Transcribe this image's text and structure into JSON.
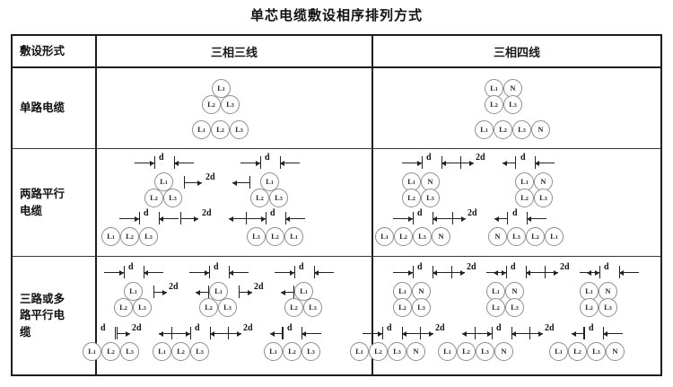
{
  "title": "单芯电缆敷设相序排列方式",
  "table": {
    "header": {
      "col_label": "敷设形式",
      "col_three_wire": "三相三线",
      "col_four_wire": "三相四线"
    },
    "rows": [
      {
        "label": "单路电缆"
      },
      {
        "label": "两路平行\n电缆"
      },
      {
        "label": "三路或多\n路平行电\n缆"
      }
    ]
  },
  "dimensions": {
    "d": "d",
    "two_d": "2d"
  },
  "phases": {
    "l1": "L1",
    "l2": "L2",
    "l3": "L3",
    "n": "N"
  },
  "layouts": {
    "r1_three": {
      "trefoil": [
        "L1",
        "L2",
        "L3"
      ],
      "flat": [
        "L1",
        "L2",
        "L3"
      ]
    },
    "r1_four": {
      "square": [
        "L1",
        "N",
        "L2",
        "L3"
      ],
      "flat": [
        "L1",
        "L2",
        "L3",
        "N"
      ]
    },
    "r2_three": {
      "trefoil_groups": [
        [
          "L1",
          "L2",
          "L3"
        ],
        [
          "L1",
          "L2",
          "L3"
        ]
      ],
      "flat_groups": [
        [
          "L1",
          "L2",
          "L3"
        ],
        [
          "L3",
          "L2",
          "L1"
        ]
      ]
    },
    "r2_four": {
      "square_groups": [
        [
          "L1",
          "N",
          "L2",
          "L3"
        ],
        [
          "L1",
          "N",
          "L2",
          "L3"
        ]
      ],
      "flat_groups": [
        [
          "L1",
          "L2",
          "L3",
          "N"
        ],
        [
          "N",
          "L3",
          "L2",
          "L1"
        ]
      ]
    },
    "r3_three": {
      "trefoil_groups": [
        [
          "L1",
          "L2",
          "L3"
        ],
        [
          "L1",
          "L2",
          "L3"
        ],
        [
          "L1",
          "L2",
          "L3"
        ]
      ],
      "flat_groups": [
        [
          "L1",
          "L2",
          "L3"
        ],
        [
          "L1",
          "L2",
          "L3"
        ],
        [
          "L1",
          "L2",
          "L3"
        ]
      ]
    },
    "r3_four": {
      "square_groups": [
        [
          "L1",
          "N",
          "L2",
          "L3"
        ],
        [
          "L1",
          "N",
          "L2",
          "L3"
        ],
        [
          "L1",
          "N",
          "L2",
          "L3"
        ]
      ],
      "flat_groups": [
        [
          "L1",
          "L2",
          "L3",
          "N"
        ],
        [
          "L1",
          "L2",
          "L3",
          "N"
        ],
        [
          "L1",
          "L2",
          "L3",
          "N"
        ]
      ]
    }
  },
  "colors": {
    "frame": "#1d1d1d",
    "circle_stroke": "#8e8e8e",
    "text": "#1a1a1a",
    "background": "#ffffff"
  }
}
